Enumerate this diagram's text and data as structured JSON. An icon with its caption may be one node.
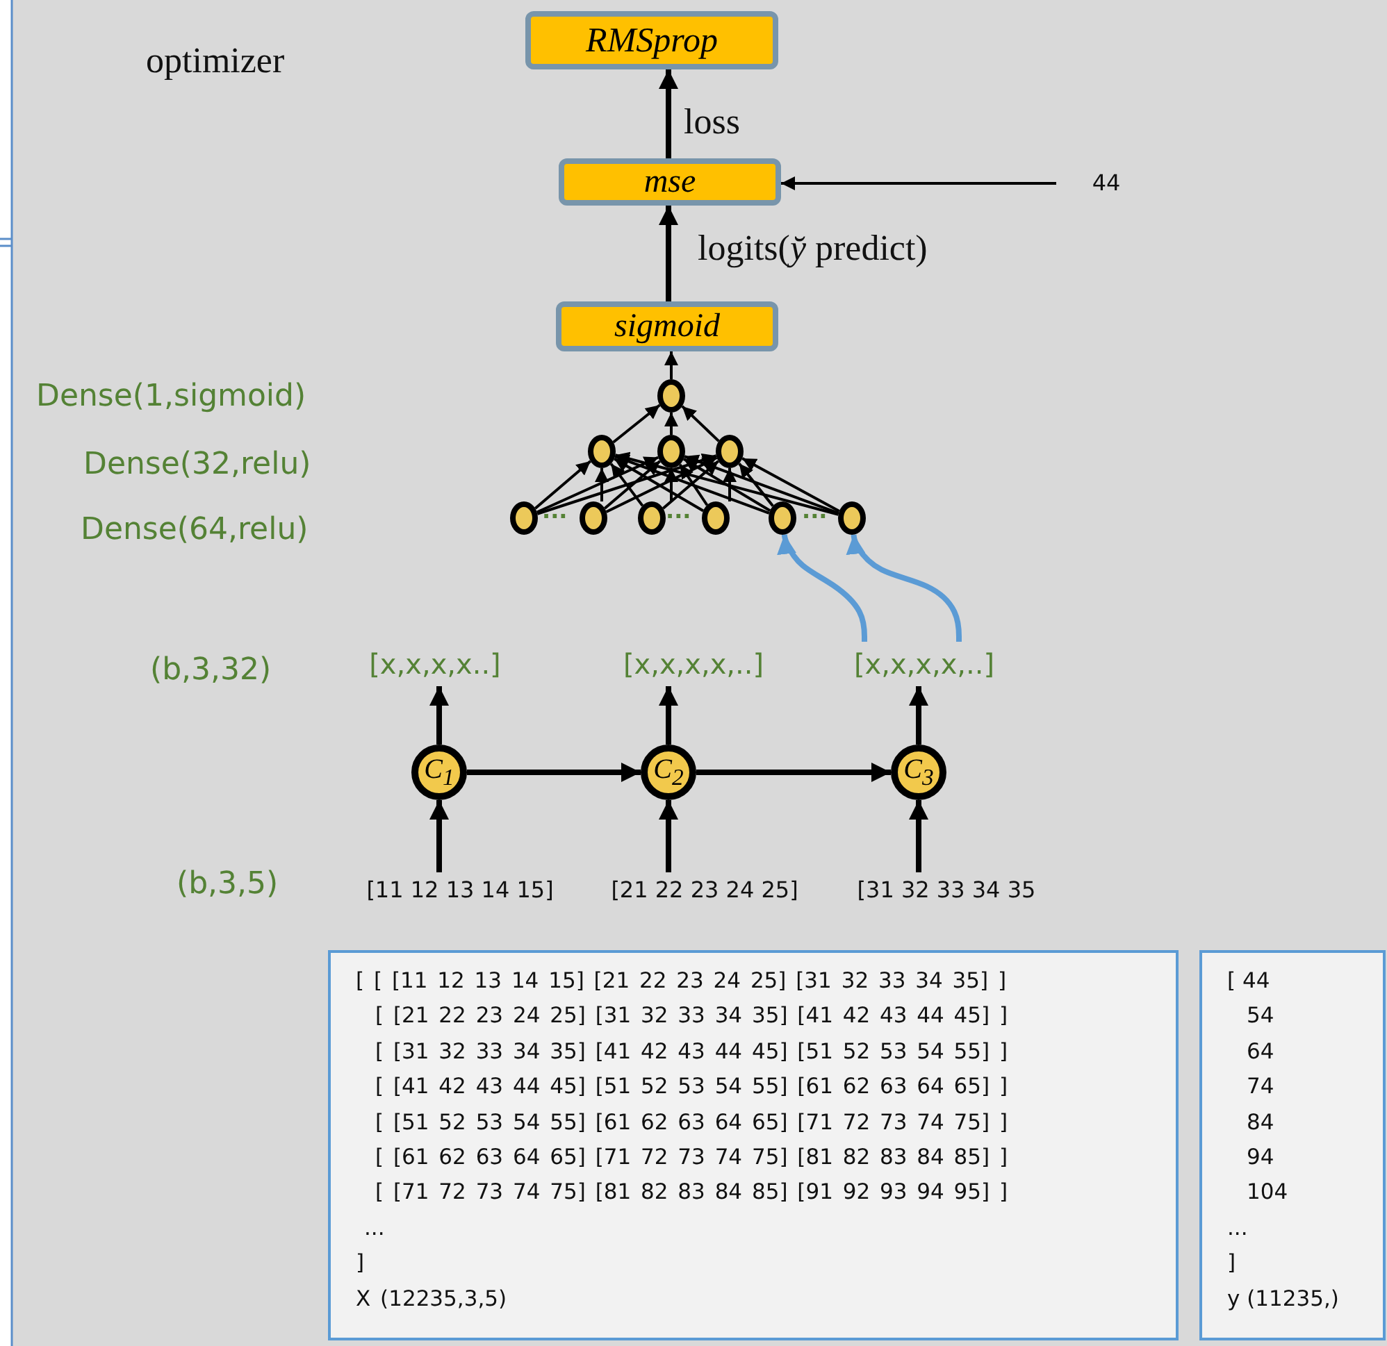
{
  "diagram": {
    "nodes": [
      {
        "text": [
          "RMSprop"
        ]
      },
      {
        "text": [
          "mse"
        ]
      },
      {
        "text": [
          "44"
        ]
      },
      {
        "text": [
          "sigmoid"
        ]
      },
      {
        "text": [],
        "shape": "circle"
      },
      {
        "text": [],
        "shape": "circle"
      },
      {
        "text": [],
        "shape": "circle"
      },
      {
        "text": [],
        "shape": "circle"
      },
      {
        "text": [],
        "shape": "circle"
      },
      {
        "text": [],
        "shape": "circle"
      },
      {
        "text": [],
        "shape": "circle"
      },
      {
        "text": [],
        "shape": "circle"
      },
      {
        "text": [],
        "shape": "circle"
      },
      {
        "text": [],
        "shape": "circle"
      },
      {
        "text": [
          "[x,x,x,x..]"
        ]
      },
      {
        "text": [
          "[x,x,x,x,..]"
        ]
      },
      {
        "text": [
          "[x,x,x,x,..]"
        ]
      },
      {
        "text": [
          "C$_{1}$"
        ]
      },
      {
        "text": [
          "C$_{2}$"
        ]
      },
      {
        "text": [
          "C$_{3}$"
        ]
      },
      {
        "text": [
          "[11 12 13 14 15]"
        ]
      },
      {
        "text": [
          "[21 22 23 24 25]"
        ]
      },
      {
        "text": [
          "[31 32 33 34 35"
        ]
      },
      {
        "text": [
          "[ [ [11 12 13 14 15] [21 22 23 24 25] [31 32 33 34 35] ]",
          "[ [21 22 23 24 25] [31 32 33 34 35] [41 42 43 44 45] ]",
          "[ [31 32 33 34 35] [41 42 43 44 45] [51 52 53 54 55] ]",
          "[ [41 42 43 44 45] [51 52 53 54 55] [61 62 63 64 65] ]",
          "[ [51 52 53 54 55] [61 62 63 64 65] [71 72 73 74 75] ]",
          "[ [61 62 63 64 65] [71 72 73 74 75] [81 82 83 84 85] ]",
          "[ [71 72 73 74 75] [81 82 83 84 85] [91 92 93 94 95] ]",
          "...",
          "]",
          "X (12235,3,5)"
        ]
      },
      {
        "text": [
          "[ 44",
          "54",
          "64",
          "74",
          "84",
          "94",
          "104",
          "...",
          "]",
          "y (11235,)"
        ]
      }
    ],
    "edges": [
      {
        "from": 1,
        "to": 0,
        "arrow": "to",
        "label": "loss",
        "style": "thick"
      },
      {
        "from": 3,
        "to": 1,
        "arrow": "to",
        "label": "logits(*y̆* predict)",
        "style": "thick"
      },
      {
        "from": 2,
        "to": 1,
        "arrow": "to"
      },
      {
        "from": 4,
        "to": 3,
        "arrow": "to"
      },
      {
        "from": 5,
        "to": 4,
        "arrow": "to"
      },
      {
        "from": 6,
        "to": 4,
        "arrow": "to"
      },
      {
        "from": 7,
        "to": 4,
        "arrow": "to"
      },
      {
        "from": 8,
        "to": 5,
        "arrow": "to"
      },
      {
        "from": 8,
        "to": 6,
        "arrow": "to"
      },
      {
        "from": 8,
        "to": 7,
        "arrow": "to"
      },
      {
        "from": 9,
        "to": 5,
        "arrow": "to"
      },
      {
        "from": 9,
        "to": 6,
        "arrow": "to"
      },
      {
        "from": 9,
        "to": 7,
        "arrow": "to"
      },
      {
        "from": 10,
        "to": 5,
        "arrow": "to"
      },
      {
        "from": 10,
        "to": 6,
        "arrow": "to"
      },
      {
        "from": 10,
        "to": 7,
        "arrow": "to"
      },
      {
        "from": 11,
        "to": 5,
        "arrow": "to"
      },
      {
        "from": 11,
        "to": 6,
        "arrow": "to"
      },
      {
        "from": 11,
        "to": 7,
        "arrow": "to"
      },
      {
        "from": 12,
        "to": 5,
        "arrow": "to"
      },
      {
        "from": 12,
        "to": 6,
        "arrow": "to"
      },
      {
        "from": 12,
        "to": 7,
        "arrow": "to"
      },
      {
        "from": 13,
        "to": 5,
        "arrow": "to"
      },
      {
        "from": 13,
        "to": 6,
        "arrow": "to"
      },
      {
        "from": 13,
        "to": 7,
        "arrow": "to"
      },
      {
        "from": 16,
        "to": 12,
        "arrow": "to",
        "style": "thick",
        "color": "#5b9bd5"
      },
      {
        "from": 16,
        "to": 13,
        "arrow": "to",
        "style": "thick",
        "color": "#5b9bd5"
      },
      {
        "from": 17,
        "to": 14,
        "arrow": "to",
        "style": "thick"
      },
      {
        "from": 18,
        "to": 15,
        "arrow": "to",
        "style": "thick"
      },
      {
        "from": 19,
        "to": 16,
        "arrow": "to",
        "style": "thick"
      },
      {
        "from": 17,
        "to": 18,
        "arrow": "to",
        "style": "thick"
      },
      {
        "from": 18,
        "to": 19,
        "arrow": "to",
        "style": "thick"
      },
      {
        "from": 20,
        "to": 17,
        "arrow": "to",
        "style": "thick"
      },
      {
        "from": 21,
        "to": 18,
        "arrow": "to",
        "style": "thick"
      },
      {
        "from": 22,
        "to": 19,
        "arrow": "to",
        "style": "thick"
      }
    ],
    "labels": [
      "optimizer",
      "Dense(1,sigmoid)",
      "Dense(32,relu)",
      "Dense(64,relu)",
      "...",
      "...",
      "...",
      "(b,3,32)",
      "(b,3,5)"
    ]
  }
}
